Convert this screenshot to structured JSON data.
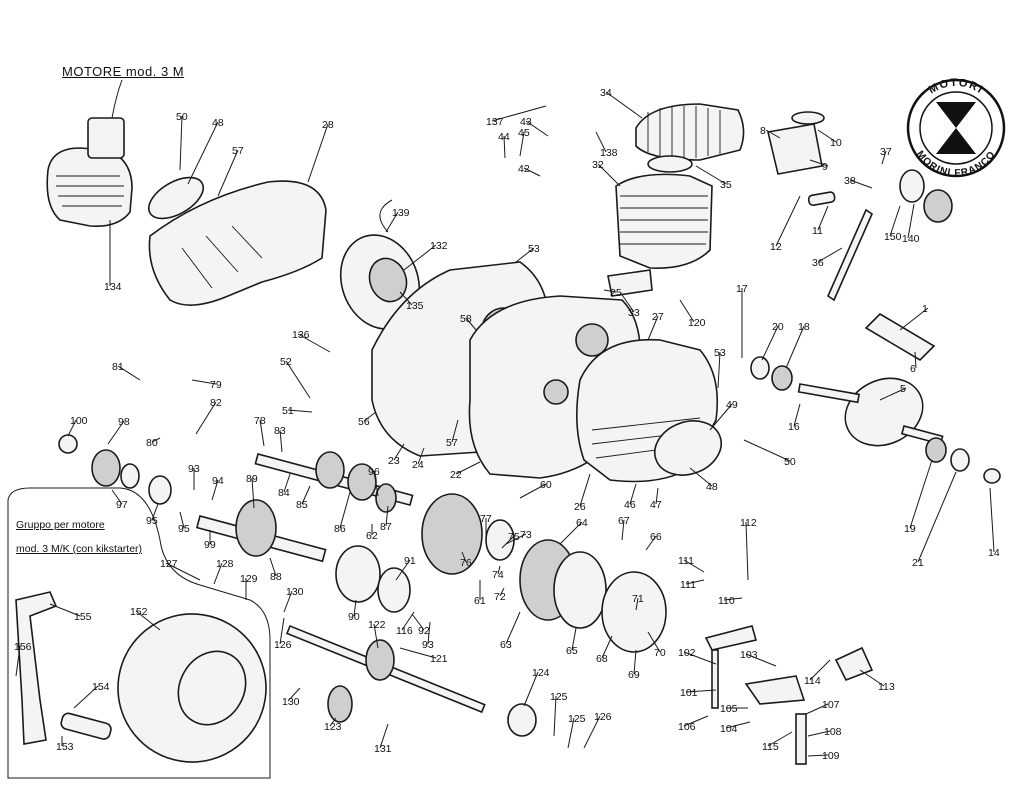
{
  "title": "MOTORE   mod.  3 M",
  "logo": {
    "top": "MOTORI",
    "bottom": "MORINI FRANCO"
  },
  "inset": {
    "line1": "Gruppo per motore",
    "line2": "mod. 3 M/K (con kikstarter)"
  },
  "labels": [
    "1",
    "5",
    "6",
    "8",
    "9",
    "10",
    "11",
    "12",
    "14",
    "16",
    "17",
    "18",
    "19",
    "20",
    "21",
    "22",
    "23",
    "24",
    "25",
    "26",
    "27",
    "28",
    "32",
    "33",
    "34",
    "35",
    "36",
    "37",
    "38",
    "42",
    "43",
    "44",
    "45",
    "46",
    "47",
    "48",
    "48",
    "49",
    "50",
    "50",
    "51",
    "52",
    "53",
    "53",
    "56",
    "57",
    "57",
    "58",
    "60",
    "61",
    "62",
    "63",
    "64",
    "65",
    "66",
    "67",
    "68",
    "69",
    "70",
    "71",
    "72",
    "73",
    "74",
    "75",
    "76",
    "77",
    "78",
    "79",
    "80",
    "81",
    "82",
    "83",
    "84",
    "85",
    "86",
    "87",
    "88",
    "89",
    "90",
    "91",
    "92",
    "93",
    "93",
    "94",
    "95",
    "95",
    "96",
    "97",
    "98",
    "99",
    "100",
    "101",
    "102",
    "103",
    "104",
    "105",
    "106",
    "107",
    "108",
    "109",
    "110",
    "111",
    "111",
    "112",
    "113",
    "114",
    "115",
    "116",
    "120",
    "121",
    "122",
    "123",
    "124",
    "125",
    "125",
    "126",
    "126",
    "127",
    "128",
    "129",
    "130",
    "130",
    "131",
    "132",
    "134",
    "135",
    "136",
    "137",
    "138",
    "139",
    "140",
    "150",
    "152",
    "153",
    "154",
    "155",
    "156"
  ]
}
